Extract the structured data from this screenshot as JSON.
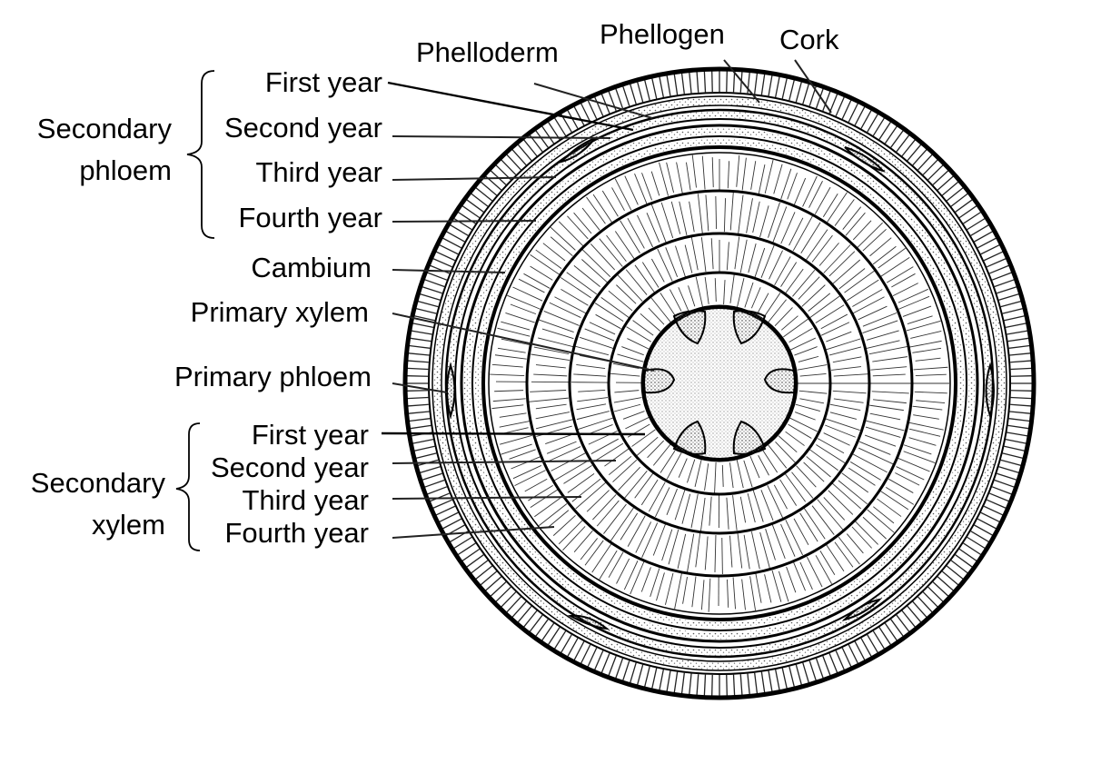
{
  "labels": {
    "phelloderm": "Phelloderm",
    "phellogen": "Phellogen",
    "cork": "Cork",
    "secondary_phloem_line1": "Secondary",
    "secondary_phloem_line2": "phloem",
    "phloem_years": [
      "First year",
      "Second year",
      "Third year",
      "Fourth year"
    ],
    "cambium": "Cambium",
    "primary_xylem": "Primary xylem",
    "primary_phloem": "Primary phloem",
    "secondary_xylem_line1": "Secondary",
    "secondary_xylem_line2": "xylem",
    "xylem_years": [
      "First year",
      "Second year",
      "Third year",
      "Fourth year"
    ]
  }
}
